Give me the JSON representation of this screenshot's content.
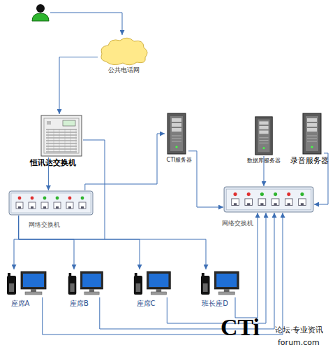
{
  "diagram": {
    "nodes": [
      {
        "text": [
          "公共电话网"
        ]
      },
      {
        "text": [
          "恒讯达交换机"
        ]
      },
      {
        "text": [
          "CTI服务器"
        ]
      },
      {
        "text": [
          "数据库服务器"
        ]
      },
      {
        "text": [
          "录音服务器"
        ]
      },
      {
        "text": [
          "网络交换机"
        ]
      },
      {
        "text": [
          "网络交换机"
        ]
      },
      {
        "text": [
          "座席A"
        ]
      },
      {
        "text": [
          "座席B"
        ]
      },
      {
        "text": [
          "座席C"
        ]
      },
      {
        "text": [
          "班长座D"
        ]
      }
    ],
    "edges": [
      {
        "from": 0,
        "to": 1,
        "arrow": "to"
      },
      {
        "from": 1,
        "to": 5,
        "arrow": "to"
      },
      {
        "from": 5,
        "to": 2,
        "arrow": "to"
      },
      {
        "from": 2,
        "to": 6,
        "arrow": "to"
      },
      {
        "from": 3,
        "to": 6,
        "arrow": "to"
      },
      {
        "from": 4,
        "to": 6,
        "arrow": "to"
      },
      {
        "from": 5,
        "to": 7,
        "arrow": "to"
      },
      {
        "from": 5,
        "to": 8,
        "arrow": "to"
      },
      {
        "from": 5,
        "to": 9,
        "arrow": "to"
      },
      {
        "from": 5,
        "to": 10,
        "arrow": "to"
      },
      {
        "from": 7,
        "to": 6,
        "arrow": "to"
      },
      {
        "from": 8,
        "to": 6,
        "arrow": "to"
      },
      {
        "from": 9,
        "to": 6,
        "arrow": "to"
      },
      {
        "from": 10,
        "to": 6,
        "arrow": "to"
      }
    ],
    "labels": [
      "CTi",
      "论坛·专业资讯",
      "forum.com"
    ]
  }
}
